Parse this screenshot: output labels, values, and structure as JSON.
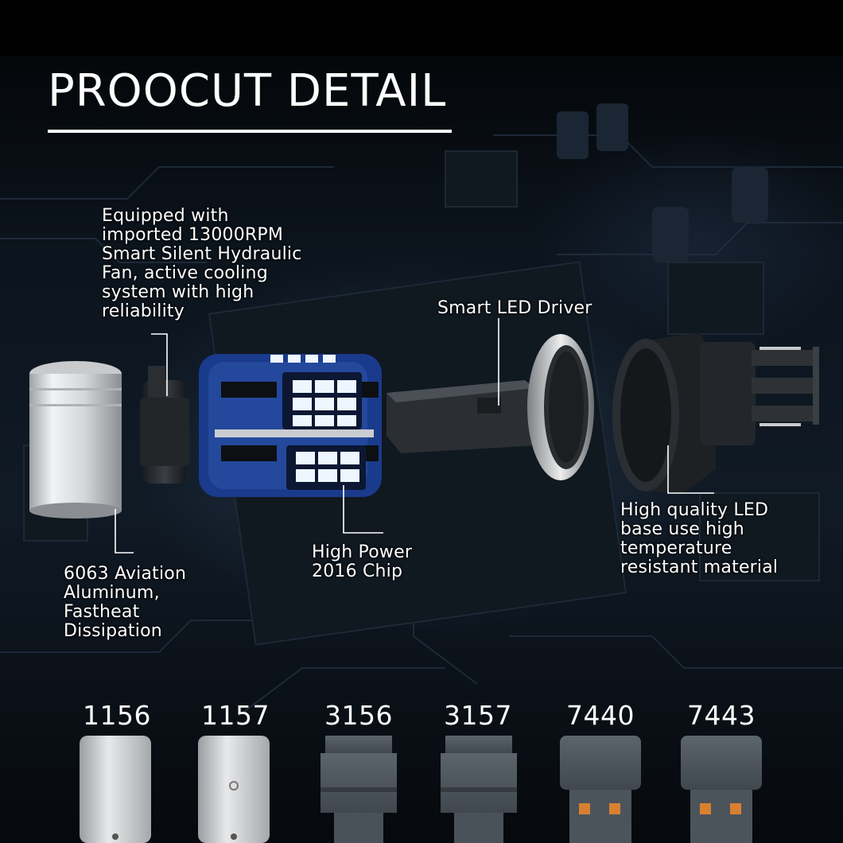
{
  "page": {
    "title": "PROOCUT DETAIL"
  },
  "callouts": {
    "fan": [
      "Equipped with",
      "imported 13000RPM",
      "Smart Silent Hydraulic",
      "Fan, active cooling",
      "system with high",
      "reliability"
    ],
    "driver": [
      "Smart LED Driver"
    ],
    "base": [
      "High quality LED",
      "base use high",
      "temperature",
      "resistant material"
    ],
    "chip": [
      "High Power",
      "2016 Chip"
    ],
    "aluminum": [
      "6063 Aviation",
      "Aluminum,",
      "Fastheat",
      "Dissipation"
    ]
  },
  "bases": [
    {
      "label": "1156",
      "icon": "bayonet-base-single-icon"
    },
    {
      "label": "1157",
      "icon": "bayonet-base-dual-icon"
    },
    {
      "label": "3156",
      "icon": "wedge-base-icon"
    },
    {
      "label": "3157",
      "icon": "wedge-base-icon"
    },
    {
      "label": "7440",
      "icon": "t20-wedge-base-icon"
    },
    {
      "label": "7443",
      "icon": "t20-wedge-base-icon"
    }
  ],
  "colors": {
    "background": "#0c141d",
    "text": "#ffffff",
    "pcb_blue": "#1a3a8c",
    "led_glow": "#e6f4ff",
    "aluminum": "#d8dadc"
  }
}
